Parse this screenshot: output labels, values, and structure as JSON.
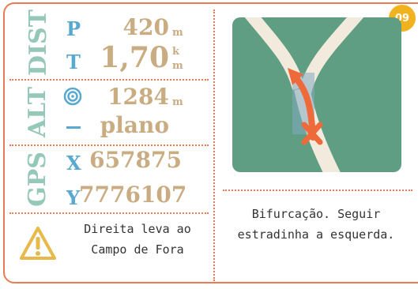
{
  "badge": "09",
  "sections": {
    "dist_label": "DIST",
    "alt_label": "ALT",
    "gps_label": "GPS"
  },
  "dist": {
    "p_key": "P",
    "p_value": "420",
    "p_unit": "m",
    "t_key": "T",
    "t_value": "1,70",
    "t_unit_top": "k",
    "t_unit_bottom": "m"
  },
  "alt": {
    "alt_value": "1284",
    "alt_unit": "m",
    "slope_value": "plano"
  },
  "gps": {
    "x_key": "X",
    "x_value": "657875",
    "y_key": "Y",
    "y_value": "7776107"
  },
  "warning_text": "Direita leva ao Campo de Fora",
  "instruction_text": "Bifurcação. Seguir estradinha a esquerda.",
  "colors": {
    "border": "#ec7a55",
    "label_green": "#95c8b8",
    "key_blue": "#57a9cf",
    "value_tan": "#c9ac82",
    "map_green": "#5f9e83",
    "road": "#f2ebdd",
    "arrow": "#ef6a3b",
    "warning_yellow": "#e7b84a"
  }
}
